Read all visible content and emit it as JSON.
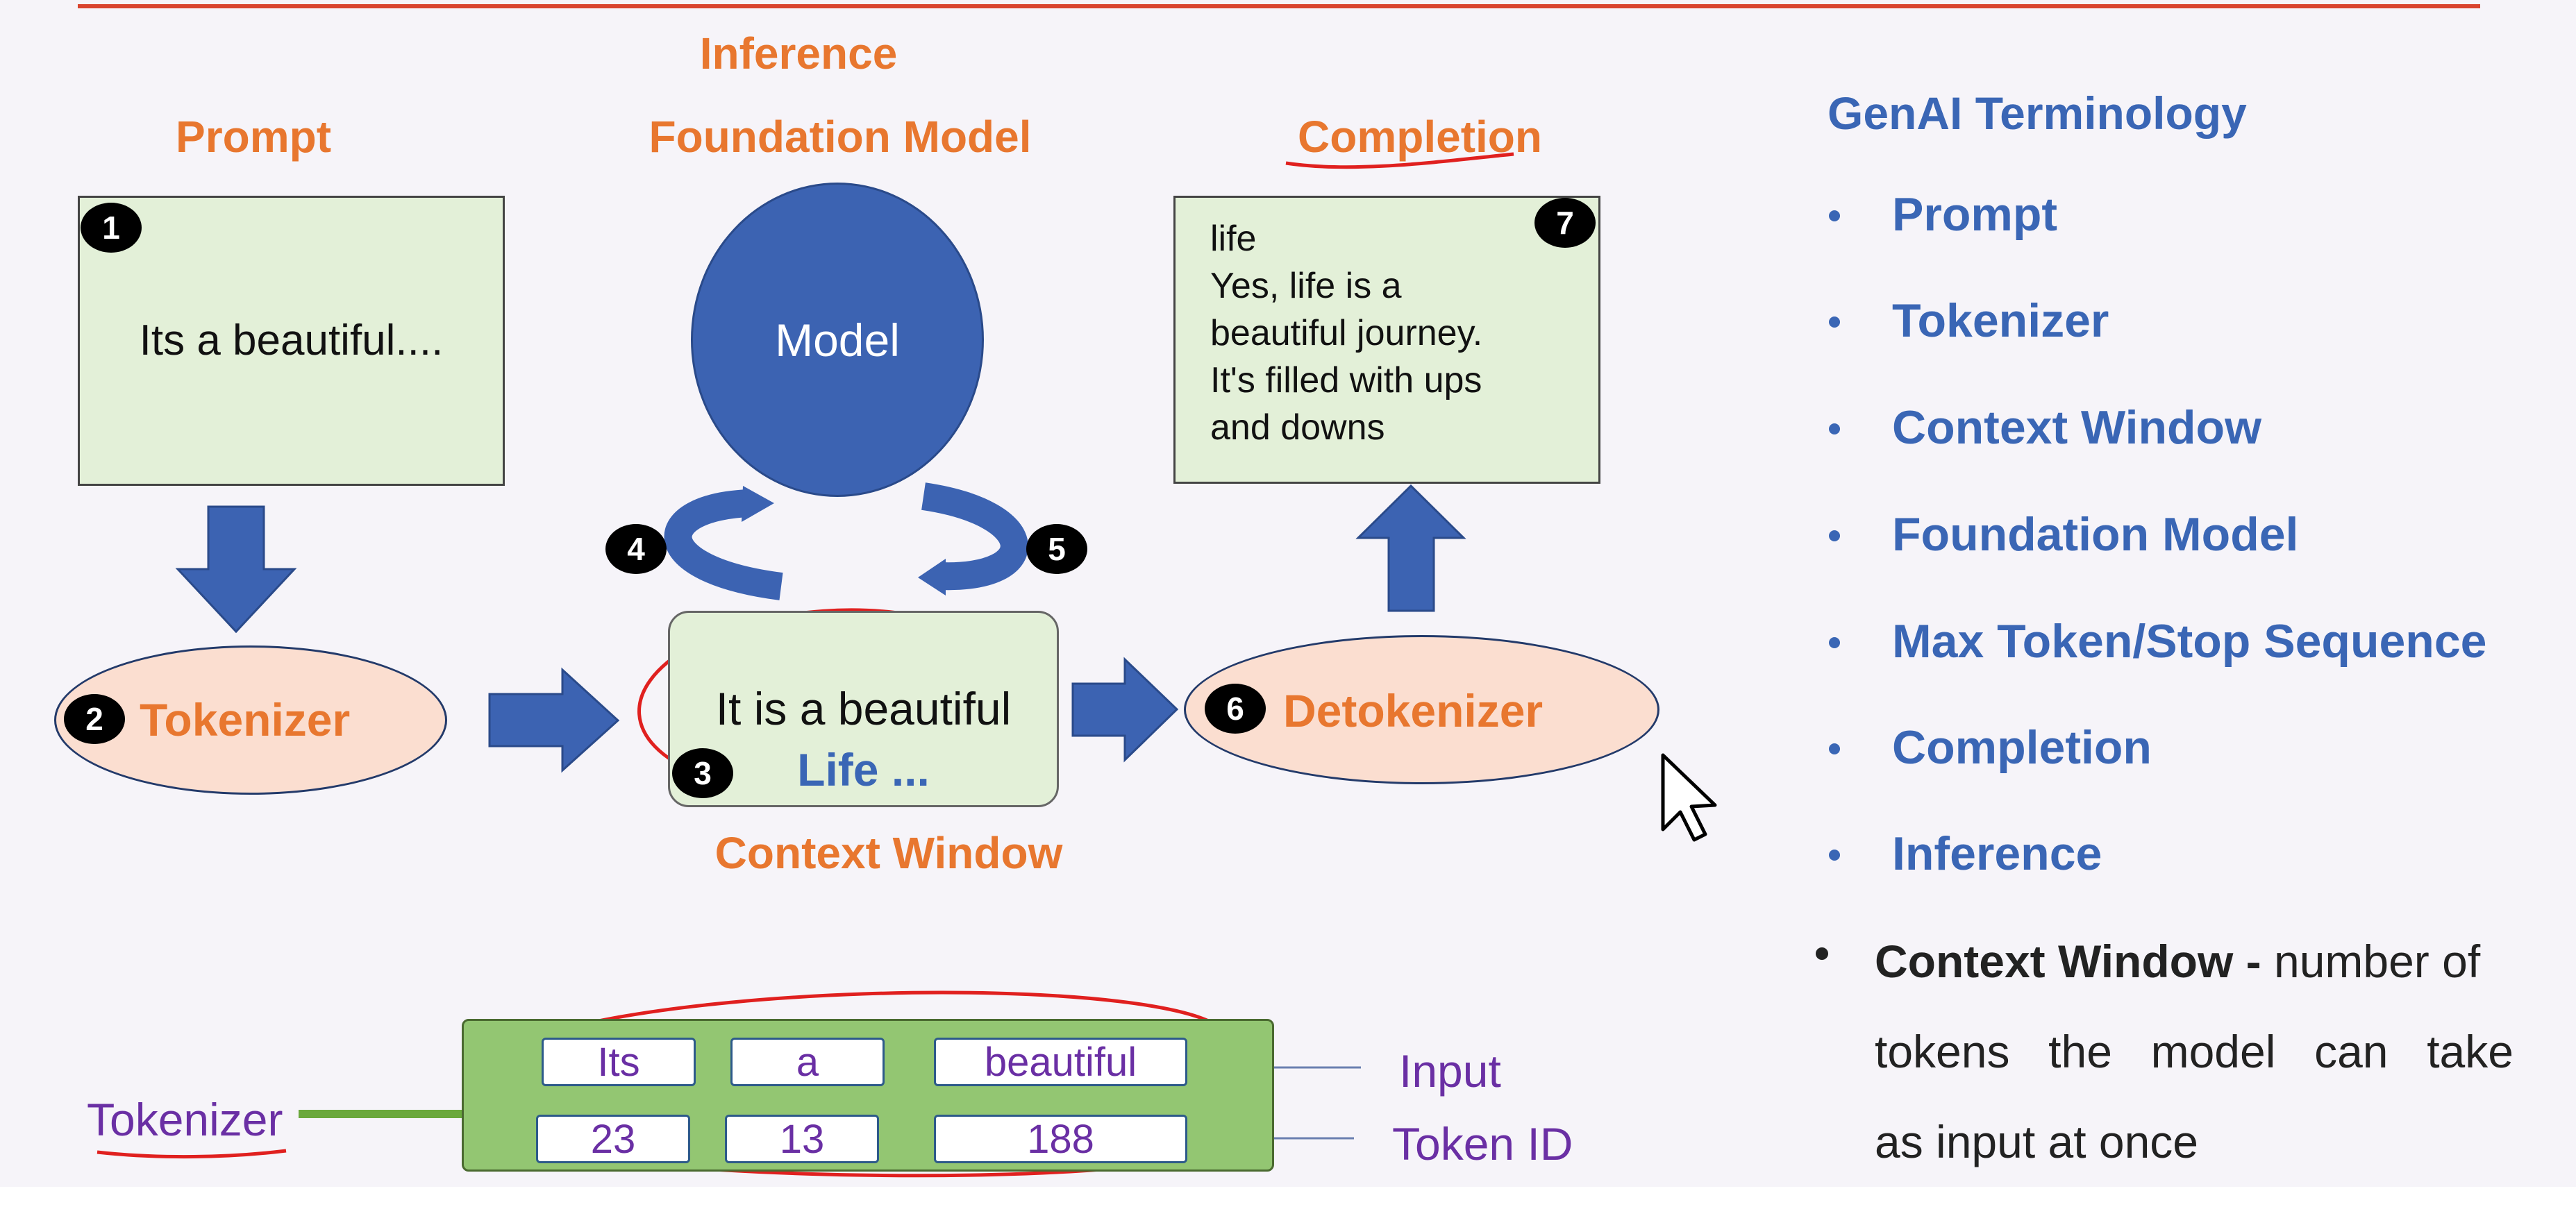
{
  "diagram": {
    "titles": {
      "prompt": "Prompt",
      "inference": "Inference",
      "foundation_model": "Foundation Model",
      "completion": "Completion",
      "context_window": "Context Window"
    },
    "prompt_text": "Its a beautiful....",
    "model_label": "Model",
    "completion_lines": [
      "life",
      "Yes, life is a",
      "beautiful journey.",
      "It's filled with ups",
      "and downs"
    ],
    "tokenizer_label": "Tokenizer",
    "detokenizer_label": "Detokenizer",
    "context_line1": "It is a beautiful",
    "context_line2": "Life ...",
    "badges": [
      "1",
      "2",
      "3",
      "4",
      "5",
      "6",
      "7"
    ]
  },
  "token_table": {
    "label": "Tokenizer",
    "input_label": "Input",
    "token_id_label": "Token ID",
    "tokens": [
      "Its",
      "a",
      "beautiful"
    ],
    "ids": [
      "23",
      "13",
      "188"
    ]
  },
  "terminology": {
    "title": "GenAI Terminology",
    "items": [
      "Prompt",
      "Tokenizer",
      "Context Window",
      "Foundation Model",
      "Max Token/Stop Sequence",
      "Completion",
      "Inference"
    ]
  },
  "definition": {
    "term": "Context Window -",
    "line1_rest": "number of",
    "line2_words": [
      "tokens",
      "the",
      "model",
      "can",
      "take"
    ],
    "line3": "as input at once"
  },
  "colors": {
    "orange": "#e8772f",
    "blue": "#3a66b5",
    "arrow_blue": "#3c63b2",
    "annotation_red": "#e0201f",
    "purple": "#6a2fa4"
  }
}
